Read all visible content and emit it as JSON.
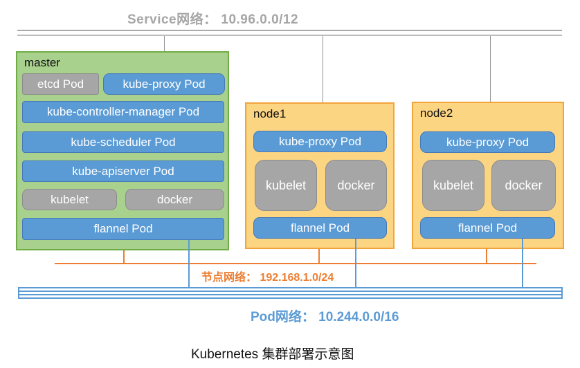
{
  "service_network": {
    "label": "Service网络： 10.96.0.0/12",
    "cidr": "10.96.0.0/12",
    "text_color": "#a6a6a6"
  },
  "node_network": {
    "label": "节点网络： 192.168.1.0/24",
    "cidr": "192.168.1.0/24",
    "text_color": "#ed7d31"
  },
  "pod_network": {
    "label": "Pod网络： 10.244.0.0/16",
    "cidr": "10.244.0.0/16",
    "text_color": "#5b9bd5"
  },
  "master": {
    "title": "master",
    "etcd": "etcd Pod",
    "kube_proxy": "kube-proxy Pod",
    "controller_manager": "kube-controller-manager Pod",
    "scheduler": "kube-scheduler Pod",
    "apiserver": "kube-apiserver Pod",
    "kubelet": "kubelet",
    "docker": "docker",
    "flannel": "flannel Pod"
  },
  "node1": {
    "title": "node1",
    "kube_proxy": "kube-proxy Pod",
    "kubelet": "kubelet",
    "docker": "docker",
    "flannel": "flannel Pod"
  },
  "node2": {
    "title": "node2",
    "kube_proxy": "kube-proxy Pod",
    "kubelet": "kubelet",
    "docker": "docker",
    "flannel": "flannel Pod"
  },
  "caption": "Kubernetes 集群部署示意图",
  "colors": {
    "master_fill": "#a9d18e",
    "master_border": "#70ad47",
    "node_fill": "#fcd583",
    "node_border": "#f2a43c",
    "pod_blue_fill": "#5b9bd5",
    "pod_blue_border": "#4579b8",
    "component_gray_fill": "#a6a6a6",
    "component_gray_border": "#8c8c8c",
    "service_bus_gray": "#a9a9a9",
    "node_network_orange": "#ed7d31",
    "pod_network_blue": "#5b9bd5"
  }
}
